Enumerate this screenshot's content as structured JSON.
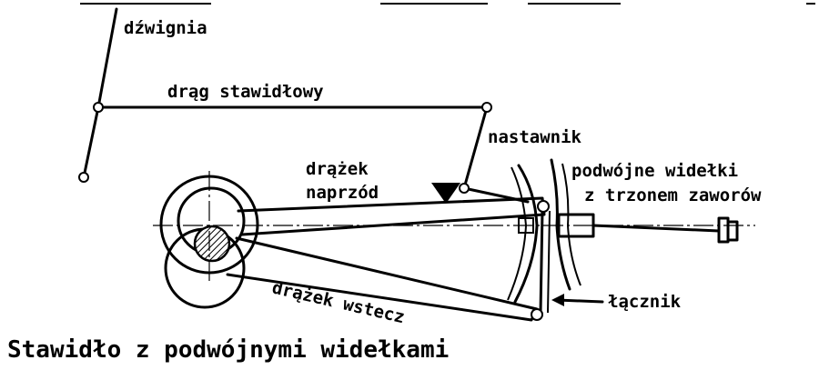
{
  "labels": {
    "lever": "dźwignia",
    "reach_rod": "drąg stawidłowy",
    "reverser": "nastawnik",
    "fwd_line1": "drążek",
    "fwd_line2": "naprzód",
    "fork_line1": "podwójne widełki",
    "fork_line2": "z trzonem zaworów",
    "link": "łącznik",
    "back": "drążek wstecz"
  },
  "caption": "Stawidło z podwójnymi widełkami",
  "colors": {
    "ink": "#000000",
    "background": "#ffffff",
    "hatch": "#555555"
  }
}
